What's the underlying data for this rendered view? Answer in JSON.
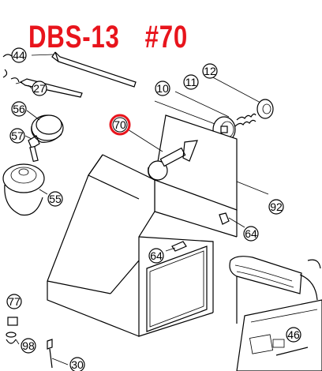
{
  "title": "DBS-13　#70",
  "highlight_color": "#e8141c",
  "callouts": {
    "c44": "44",
    "c27": "27",
    "c56": "56",
    "c57": "57",
    "c55": "55",
    "c10": "10",
    "c11": "11",
    "c12": "12",
    "c70": "70",
    "c92": "92",
    "c64a": "64",
    "c64b": "64",
    "c77": "77",
    "c98": "98",
    "c30": "30",
    "c46": "46"
  }
}
